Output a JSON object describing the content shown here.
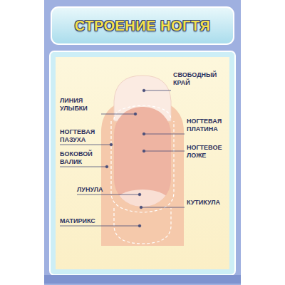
{
  "diagram": {
    "title": "СТРОЕНИЕ НОГТЯ",
    "labels": [
      "СВОБОДНЫЙ КРАЙ",
      "ЛИНИЯ УЛЫБКИ",
      "НОГТЕВАЯ ПЛАТИНА",
      "НОГТЕВАЯ ПАЗУХА",
      "НОГТЕВОЕ ЛОЖЕ",
      "БОКОВОЙ ВАЛИК",
      "ЛУНУЛА",
      "КУТИКУЛА",
      "МАТИРИКС"
    ]
  }
}
